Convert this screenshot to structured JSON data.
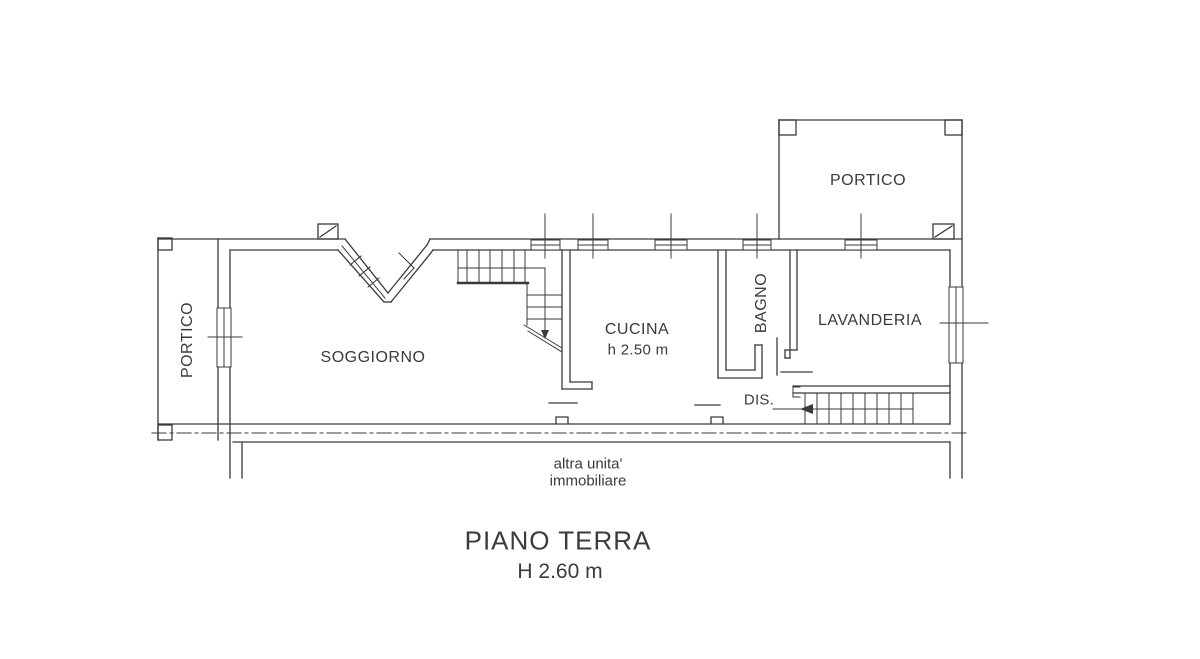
{
  "plan": {
    "rooms": {
      "portico_top": "PORTICO",
      "portico_left": "PORTICO",
      "soggiorno": "SOGGIORNO",
      "cucina": "CUCINA",
      "cucina_height": "h 2.50 m",
      "bagno": "BAGNO",
      "lavanderia": "LAVANDERIA",
      "dis": "DIS."
    },
    "annotations": {
      "other_unit_line1": "altra unita'",
      "other_unit_line2": "immobiliare"
    },
    "title": "PIANO TERRA",
    "subtitle": "H 2.60 m",
    "colors": {
      "line": "#3a3a3a",
      "text": "#3b3b3b",
      "background": "#ffffff"
    }
  }
}
